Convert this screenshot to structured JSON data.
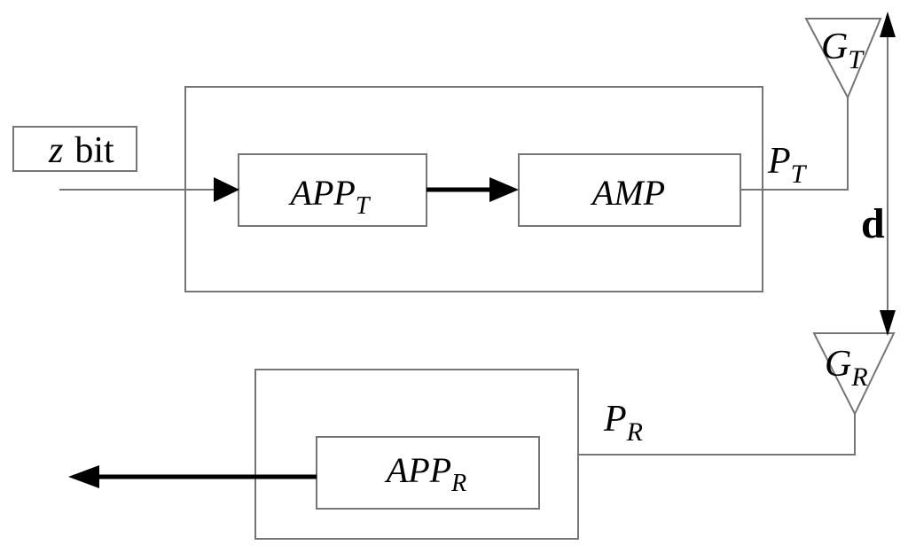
{
  "diagram_title": "wireless-link-block-diagram",
  "blocks": {
    "z_bit": {
      "z": "z",
      "bit": "bit"
    },
    "app_t": {
      "base": "APP",
      "sub": "T"
    },
    "amp": {
      "base": "AMP"
    },
    "app_r": {
      "base": "APP",
      "sub": "R"
    }
  },
  "labels": {
    "p_t": {
      "base": "P",
      "sub": "T"
    },
    "p_r": {
      "base": "P",
      "sub": "R"
    },
    "g_t": {
      "base": "G",
      "sub": "T"
    },
    "g_r": {
      "base": "G",
      "sub": "R"
    },
    "d": "d"
  },
  "colors": {
    "wire": "#757575",
    "ink": "#000000",
    "background": "#ffffff"
  }
}
